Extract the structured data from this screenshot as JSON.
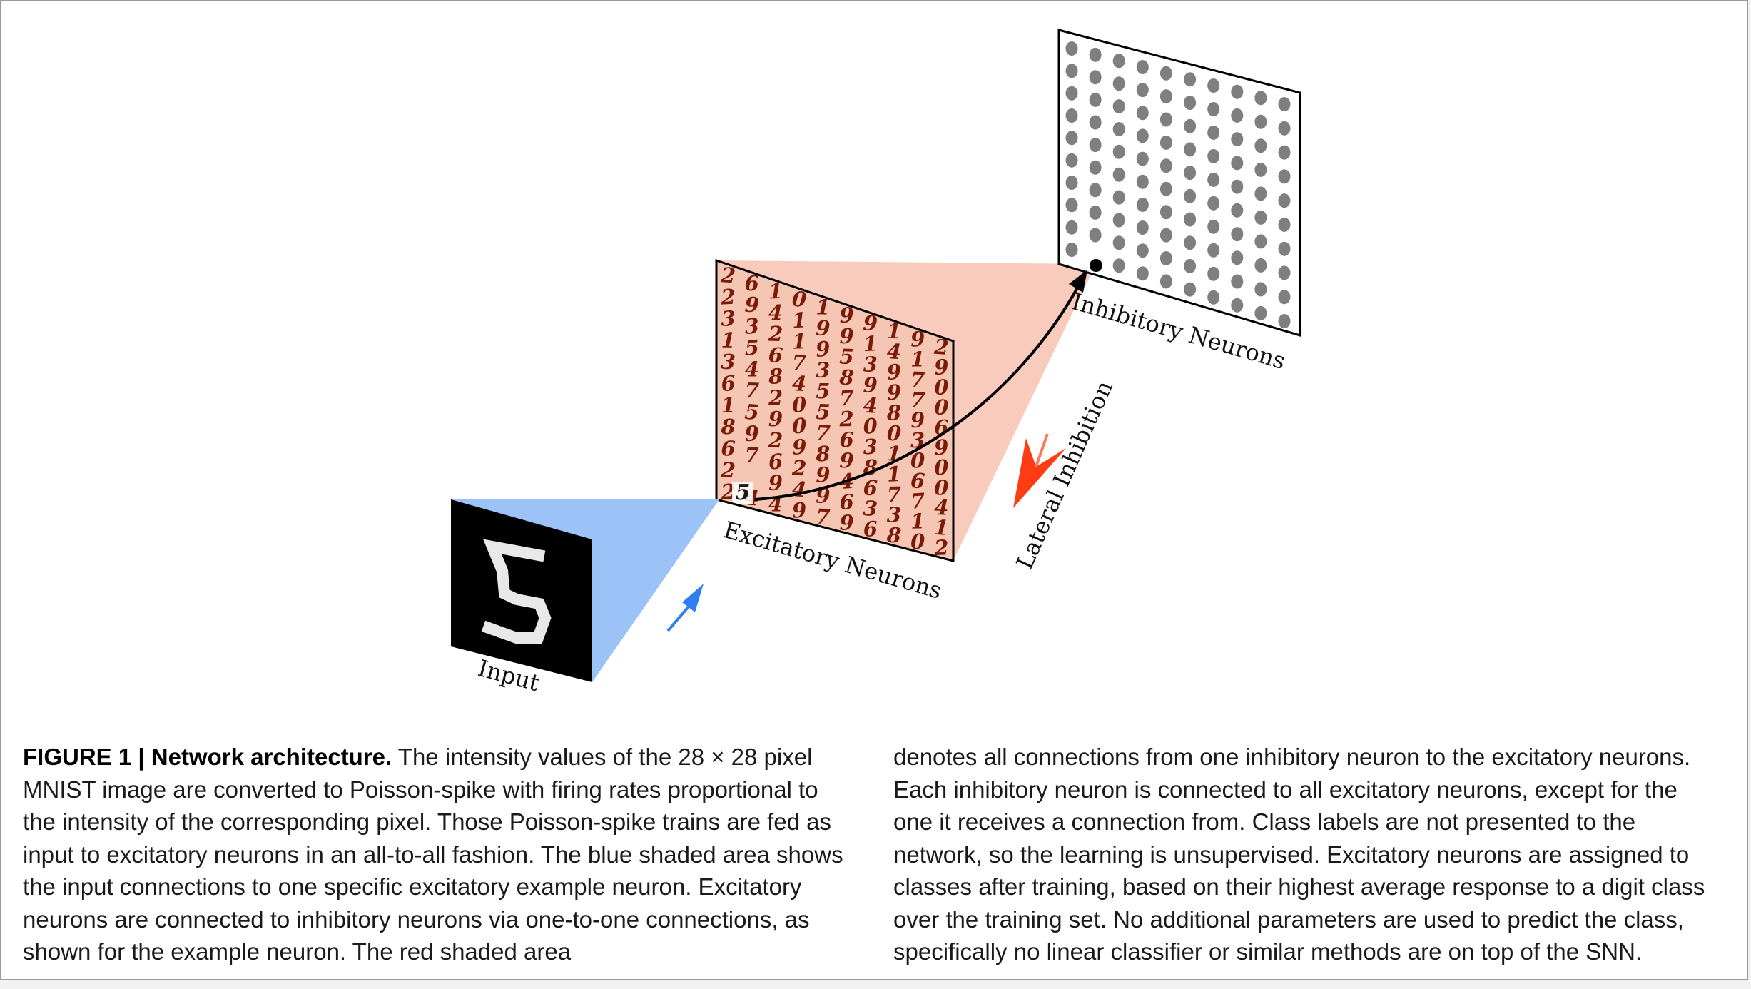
{
  "labels": {
    "input": "Input",
    "excitatory": "Excitatory Neurons",
    "inhibitory": "Inhibitory Neurons",
    "lateral": "Lateral Inhibition"
  },
  "digit_rows": [
    "2610199192",
    "2941991419",
    "3321953970",
    "1567389970",
    "3484574896",
    "6720520039",
    "1590763100",
    "8929898160",
    "6762946774",
    "2594963311",
    "2449796802"
  ],
  "inhibitory_grid": {
    "rows": 10,
    "cols": 10
  },
  "caption": {
    "figure_label": "FIGURE 1 | Network architecture.",
    "left_text": " The intensity values of the 28 × 28 pixel MNIST image are converted to Poisson-spike with firing rates proportional to the intensity of the corresponding pixel. Those Poisson-spike trains are fed as input to excitatory neurons in an all-to-all fashion. The blue shaded area shows the input connections to one specific excitatory example neuron. Excitatory neurons are connected to inhibitory neurons via one-to-one connections, as shown for the example neuron. The red shaded area",
    "right_text": "denotes all connections from one inhibitory neuron to the excitatory neurons. Each inhibitory neuron is connected to all excitatory neurons, except for the one it receives a connection from. Class labels are not presented to the network, so the learning is unsupervised. Excitatory neurons are assigned to classes after training, based on their highest average response to a digit class over the training set. No additional parameters are used to predict the class, specifically no linear classifier or similar methods are on top of the SNN."
  },
  "colors": {
    "blue_shade": "#9cc3f7",
    "red_shade": "#f9cbbd",
    "excitatory_face": "#f6c6b4",
    "digit_ink": "#7a1b07",
    "inhibitory_dot": "#7f7f7f",
    "blue_arrow": "#2f7ef0",
    "red_arrow": "#ff3c14"
  }
}
